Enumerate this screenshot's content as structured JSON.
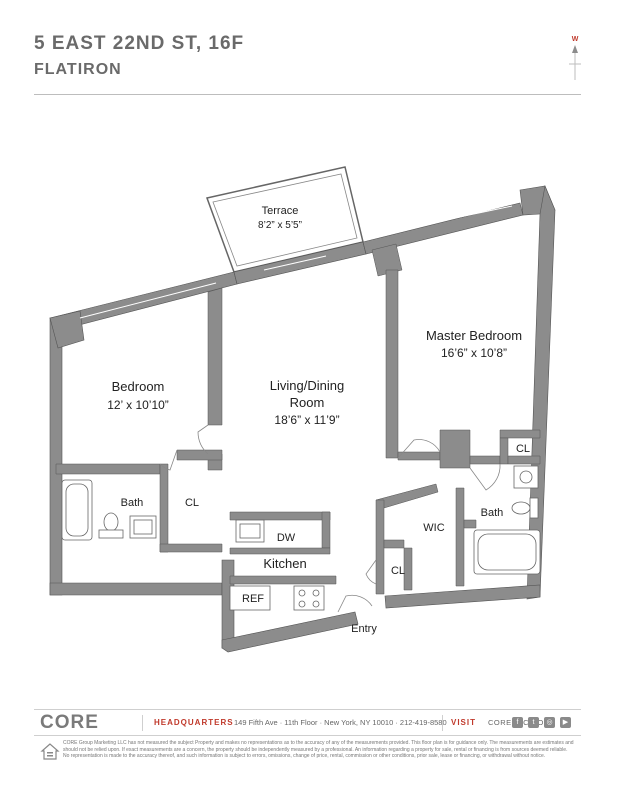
{
  "header": {
    "address": "5 EAST 22ND ST, 16F",
    "neighborhood": "FLATIRON",
    "compass_letter": "W"
  },
  "rooms": {
    "terrace": {
      "name": "Terrace",
      "dims": "8’2” x 5’5”"
    },
    "master_bedroom": {
      "name": "Master Bedroom",
      "dims": "16’6” x 10’8”"
    },
    "bedroom": {
      "name": "Bedroom",
      "dims": "12’ x 10’10”"
    },
    "living": {
      "name": "Living/Dining",
      "name2": "Room",
      "dims": "18’6” x 11’9”"
    },
    "bath_left": "Bath",
    "cl_left": "CL",
    "cl_master": "CL",
    "bath_master": "Bath",
    "wic": "WIC",
    "cl_entry": "CL",
    "dw": "DW",
    "kitchen": "Kitchen",
    "ref": "REF",
    "entry": "Entry"
  },
  "footer": {
    "logo": "CORE",
    "hq_label": "HEADQUARTERS",
    "hq_address": "149 Fifth Ave · 11th Floor · New York, NY 10010 · 212-419-8580",
    "visit_label": "VISIT",
    "site": "CORENYC.COM",
    "social_icons": [
      "facebook-icon",
      "twitter-icon",
      "instagram-icon",
      "youtube-icon"
    ],
    "disclaimer": "CORE Group Marketing LLC has not measured the subject Property and makes no representations as to the accuracy of any of the measurements provided. This floor plan is for guidance only. The measurements are estimates and should not be relied upon. If exact measurements are a concern, the property should be independently measured by a professional. An information regarding a property for sale, rental or financing is from sources deemed reliable. No representation is made to the accuracy thereof, and such information is subject to errors, omissions, change of price, rental, commission or other conditions, prior sale, lease or financing, or withdrawal without notice."
  },
  "colors": {
    "wall": "#8c8c8c",
    "accent": "#c0392b",
    "text_gray": "#6a6a6a"
  }
}
